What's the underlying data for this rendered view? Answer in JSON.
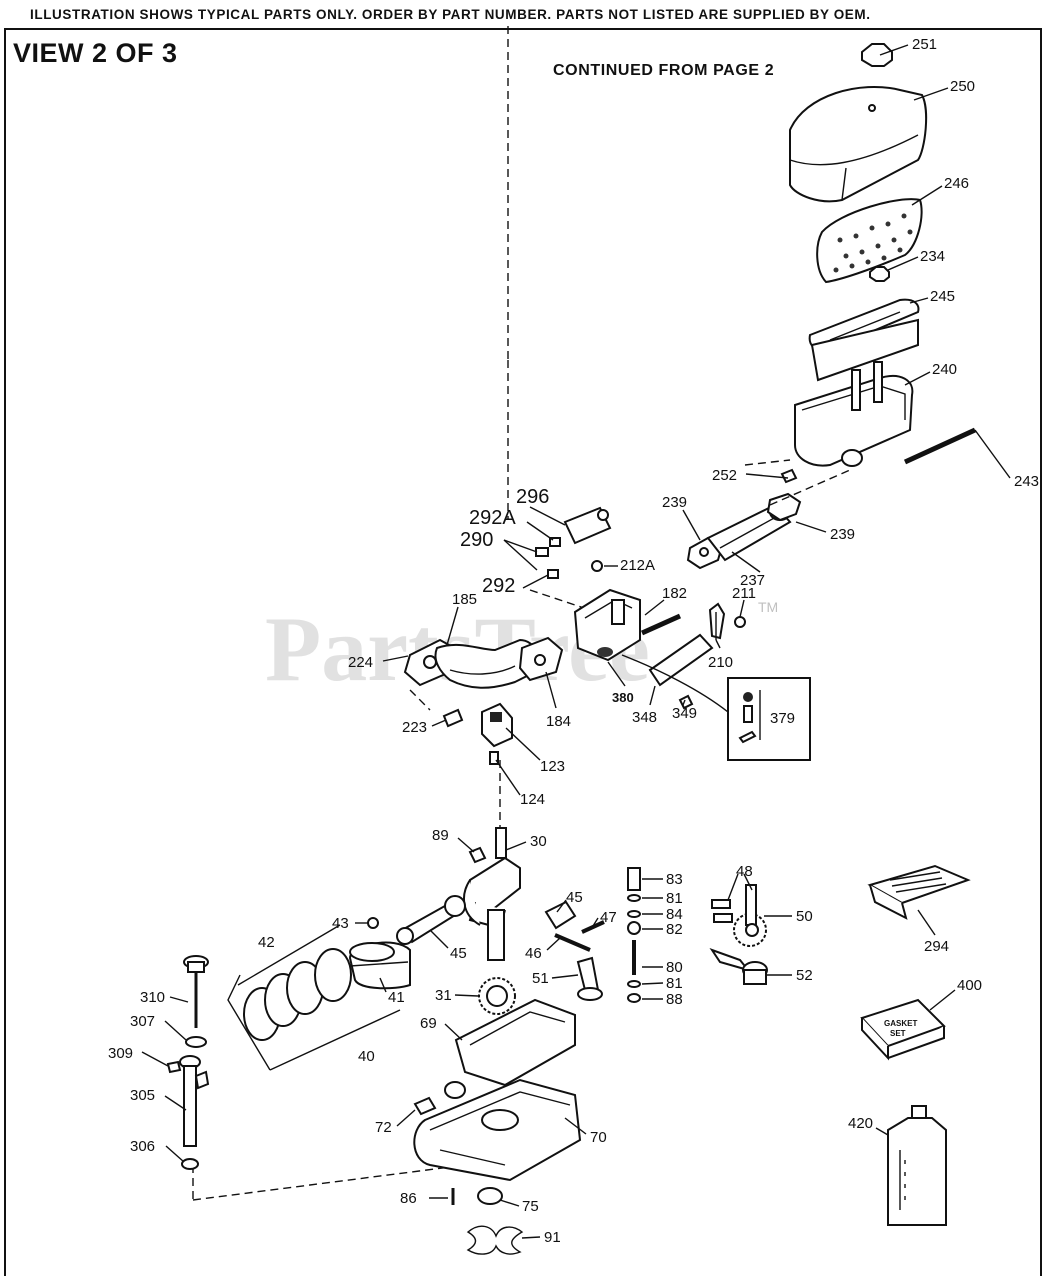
{
  "header": {
    "disclaimer": "ILLUSTRATION SHOWS TYPICAL PARTS ONLY. ORDER BY PART NUMBER. PARTS NOT LISTED ARE SUPPLIED BY OEM.",
    "view_title": "VIEW 2 OF 3",
    "continued": "CONTINUED FROM PAGE 2"
  },
  "watermark": {
    "text": "PartsTree",
    "tm": "TM"
  },
  "kit_labels": {
    "gasket_line1": "GASKET",
    "gasket_line2": "SET"
  },
  "callouts": {
    "c251": "251",
    "c250": "250",
    "c246": "246",
    "c234": "234",
    "c245": "245",
    "c240": "240",
    "c243": "243",
    "c252": "252",
    "c239a": "239",
    "c239b": "239",
    "c237": "237",
    "c296": "296",
    "c292a": "292A",
    "c290": "290",
    "c292": "292",
    "c212a": "212A",
    "c185": "185",
    "c224": "224",
    "c182": "182",
    "c211": "211",
    "c210": "210",
    "c184": "184",
    "c380": "380",
    "c348": "348",
    "c349": "349",
    "c379": "379",
    "c223": "223",
    "c123": "123",
    "c124": "124",
    "c89": "89",
    "c30": "30",
    "c83": "83",
    "c81a": "81",
    "c84": "84",
    "c82": "82",
    "c48": "48",
    "c50": "50",
    "c45a": "45",
    "c47": "47",
    "c46": "46",
    "c43": "43",
    "c45b": "45",
    "c42": "42",
    "c41": "41",
    "c40": "40",
    "c80": "80",
    "c81b": "81",
    "c88": "88",
    "c52": "52",
    "c51": "51",
    "c31": "31",
    "c69": "69",
    "c310": "310",
    "c307": "307",
    "c309": "309",
    "c305": "305",
    "c306": "306",
    "c72": "72",
    "c70": "70",
    "c86": "86",
    "c75": "75",
    "c91": "91",
    "c294": "294",
    "c400": "400",
    "c420": "420"
  }
}
